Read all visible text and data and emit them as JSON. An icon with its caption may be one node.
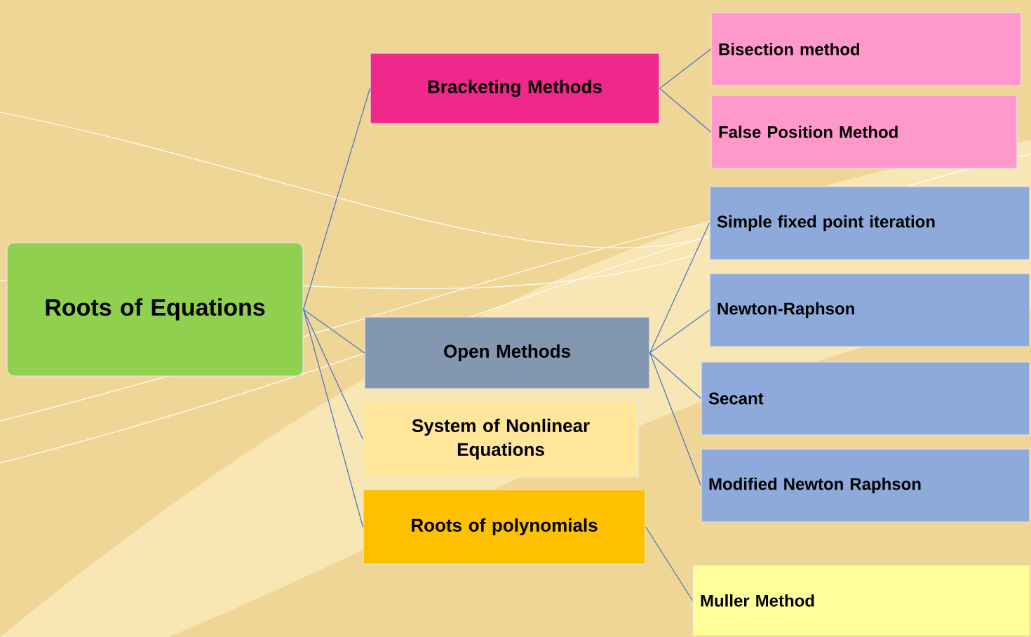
{
  "diagram": {
    "nodes": [
      {
        "text": [
          "Roots of Equations"
        ]
      },
      {
        "text": [
          "Bracketing Methods"
        ]
      },
      {
        "text": [
          "Open Methods"
        ]
      },
      {
        "text": [
          "System of Nonlinear Equations"
        ]
      },
      {
        "text": [
          "Roots of polynomials"
        ]
      },
      {
        "text": [
          "Bisection method"
        ]
      },
      {
        "text": [
          "False Position Method"
        ]
      },
      {
        "text": [
          "Simple fixed point iteration"
        ]
      },
      {
        "text": [
          "Newton-Raphson"
        ]
      },
      {
        "text": [
          "Secant"
        ]
      },
      {
        "text": [
          "Modified Newton Raphson"
        ]
      },
      {
        "text": [
          "Muller Method"
        ]
      }
    ],
    "edges": [
      {
        "from": 0,
        "to": 1,
        "arrow": "none"
      },
      {
        "from": 0,
        "to": 2,
        "arrow": "none"
      },
      {
        "from": 0,
        "to": 3,
        "arrow": "none"
      },
      {
        "from": 0,
        "to": 4,
        "arrow": "none"
      },
      {
        "from": 1,
        "to": 5,
        "arrow": "none"
      },
      {
        "from": 1,
        "to": 6,
        "arrow": "none"
      },
      {
        "from": 2,
        "to": 7,
        "arrow": "none"
      },
      {
        "from": 2,
        "to": 8,
        "arrow": "none"
      },
      {
        "from": 2,
        "to": 9,
        "arrow": "none"
      },
      {
        "from": 2,
        "to": 10,
        "arrow": "none"
      },
      {
        "from": 4,
        "to": 11,
        "arrow": "none"
      }
    ]
  }
}
